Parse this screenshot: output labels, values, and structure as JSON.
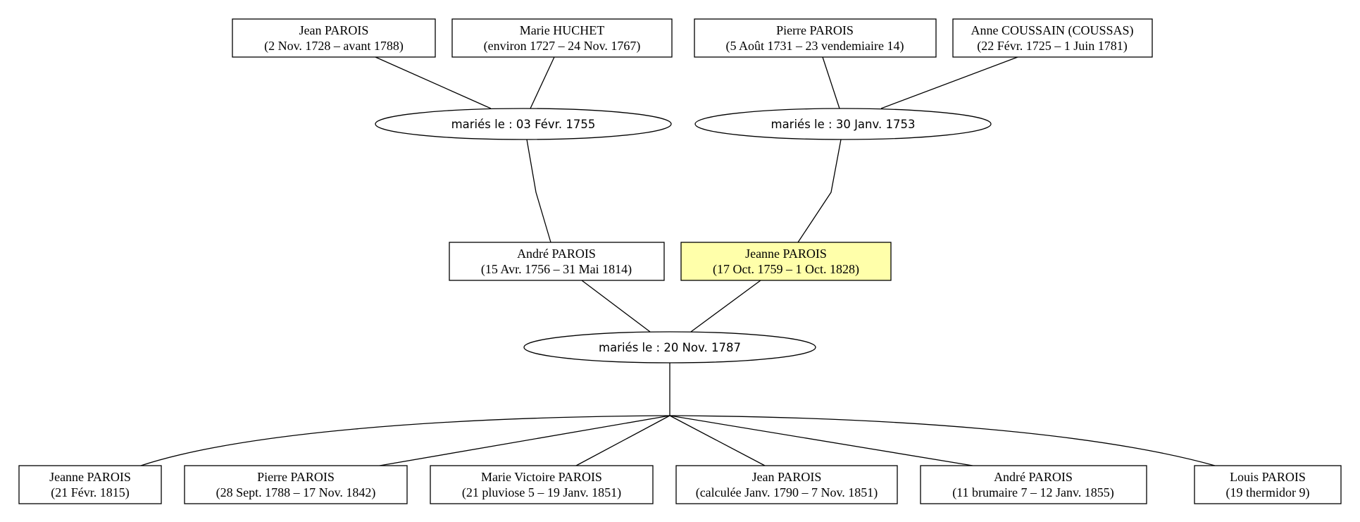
{
  "grandparents": [
    {
      "name": "Jean PAROIS",
      "dates": "(2 Nov. 1728 – avant 1788)"
    },
    {
      "name": "Marie HUCHET",
      "dates": "(environ 1727 – 24 Nov. 1767)"
    },
    {
      "name": "Pierre PAROIS",
      "dates": "(5 Août 1731 – 23 vendemiaire 14)"
    },
    {
      "name": "Anne COUSSAIN (COUSSAS)",
      "dates": "(22 Févr. 1725 – 1 Juin 1781)"
    }
  ],
  "grandparent_unions": [
    {
      "label": "mariés le : 03 Févr. 1755"
    },
    {
      "label": "mariés le : 30 Janv. 1753"
    }
  ],
  "parents": [
    {
      "name": "André PAROIS",
      "dates": "(15 Avr. 1756 – 31 Mai 1814)",
      "highlighted": false
    },
    {
      "name": "Jeanne PAROIS",
      "dates": "(17 Oct. 1759 – 1 Oct. 1828)",
      "highlighted": true
    }
  ],
  "parent_union": {
    "label": "mariés le : 20 Nov. 1787"
  },
  "children": [
    {
      "name": "Jeanne PAROIS",
      "dates": "(21 Févr. 1815)"
    },
    {
      "name": "Pierre PAROIS",
      "dates": "(28 Sept. 1788 – 17 Nov. 1842)"
    },
    {
      "name": "Marie Victoire PAROIS",
      "dates": "(21 pluviose 5 – 19 Janv. 1851)"
    },
    {
      "name": "Jean PAROIS",
      "dates": "(calculée Janv. 1790 – 7 Nov. 1851)"
    },
    {
      "name": "André PAROIS",
      "dates": "(11 brumaire 7 – 12 Janv. 1855)"
    },
    {
      "name": "Louis PAROIS",
      "dates": "(19 thermidor 9)"
    }
  ],
  "colors": {
    "highlight": "#ffffaa",
    "stroke": "#000000",
    "background": "#ffffff"
  }
}
